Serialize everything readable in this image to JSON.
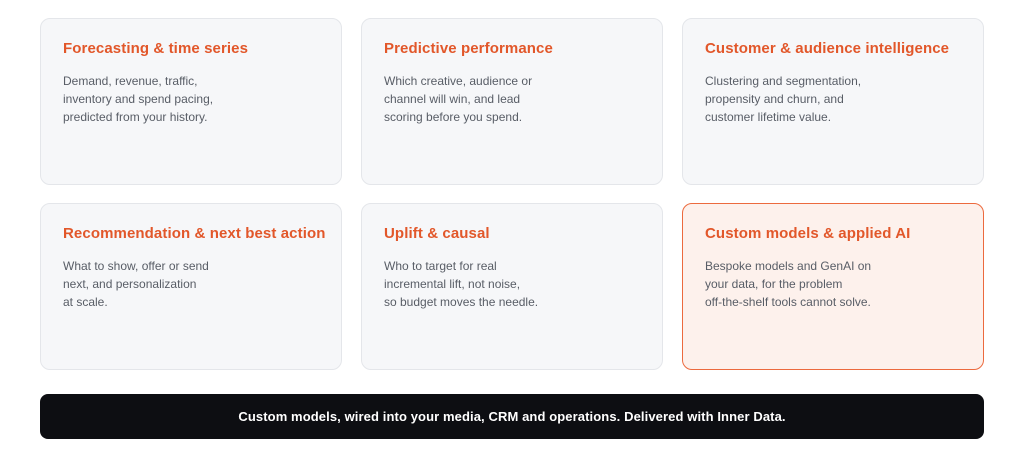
{
  "cards": [
    {
      "title": "Forecasting & time series",
      "lines": [
        "Demand, revenue, traffic,",
        "inventory and spend pacing,",
        "predicted from your history."
      ]
    },
    {
      "title": "Predictive performance",
      "lines": [
        "Which creative, audience or",
        "channel will win, and lead",
        "scoring before you spend."
      ]
    },
    {
      "title": "Customer & audience intelligence",
      "lines": [
        "Clustering and segmentation,",
        "propensity and churn, and",
        "customer lifetime value."
      ]
    },
    {
      "title": "Recommendation & next best action",
      "lines": [
        "What to show, offer or send",
        "next, and personalization",
        "at scale."
      ]
    },
    {
      "title": "Uplift & causal",
      "lines": [
        "Who to target for real",
        "incremental lift, not noise,",
        "so budget moves the needle."
      ]
    },
    {
      "title": "Custom models & applied AI",
      "lines": [
        "Bespoke models and GenAI on",
        "your data, for the problem",
        "off-the-shelf tools cannot solve."
      ]
    }
  ],
  "banner": {
    "text": "Custom models, wired into your media, CRM and operations. Delivered with Inner Data."
  },
  "colors": {
    "accent": "#e2572a",
    "highlight_border": "#ec6a3e",
    "highlight_bg": "#fdf1ec",
    "card_bg": "#f6f7f9",
    "banner_bg": "#0d0e12"
  }
}
